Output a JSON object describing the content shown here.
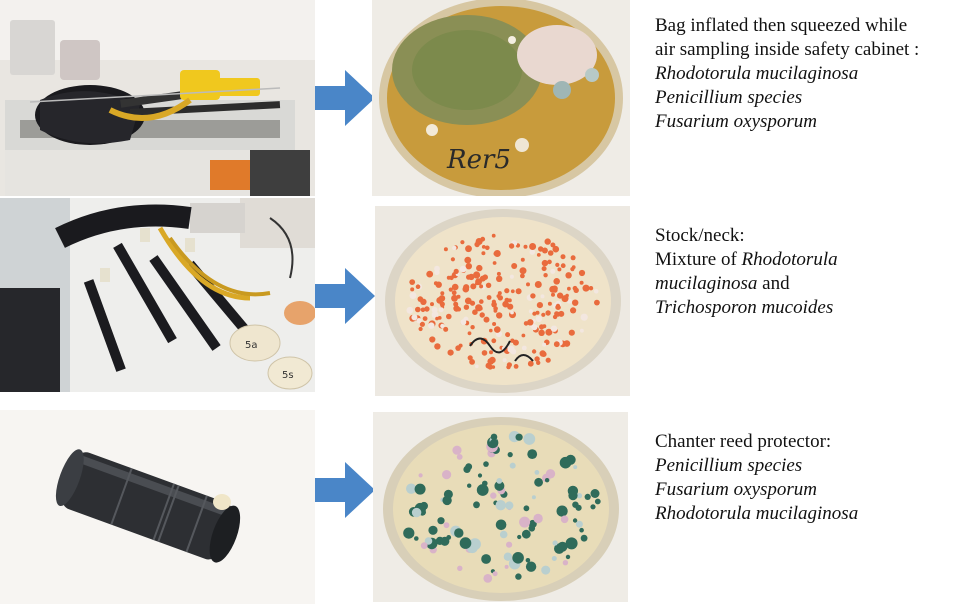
{
  "rows": [
    {
      "caption_lines": [
        {
          "text": "Bag inflated then squeezed while",
          "italic": false
        },
        {
          "text": "air sampling inside safety cabinet :",
          "italic": false
        },
        {
          "text": "Rhodotorula mucilaginosa",
          "italic": true
        },
        {
          "text": "Penicillium species",
          "italic": true
        },
        {
          "text": "Fusarium oxysporum",
          "italic": true
        }
      ],
      "plate_label": "Rer5"
    },
    {
      "caption_lines": [
        {
          "parts": [
            {
              "text": "Stock/neck:",
              "italic": false
            }
          ]
        },
        {
          "parts": [
            {
              "text": "Mixture of ",
              "italic": false
            },
            {
              "text": "Rhodotorula",
              "italic": true
            }
          ]
        },
        {
          "parts": [
            {
              "text": "mucilaginosa",
              "italic": true
            },
            {
              "text": " and",
              "italic": false
            }
          ]
        },
        {
          "parts": [
            {
              "text": "Trichosporon mucoides",
              "italic": true
            }
          ]
        }
      ],
      "dish_labels": [
        "5a",
        "5s"
      ]
    },
    {
      "caption_lines": [
        {
          "text": "Chanter reed protector:",
          "italic": false
        },
        {
          "text": "Penicillium species",
          "italic": true
        },
        {
          "text": "Fusarium oxysporum",
          "italic": true
        },
        {
          "text": "Rhodotorula mucilaginosa",
          "italic": true
        }
      ]
    }
  ],
  "colors": {
    "arrow": "#4a86c8",
    "agar_row1": "#c89b3c",
    "agar_row2": "#efe3c9",
    "agar_row3": "#e8dcb8",
    "orange_colony": "#e96b3d",
    "green_colony": "#2f6b5a"
  }
}
